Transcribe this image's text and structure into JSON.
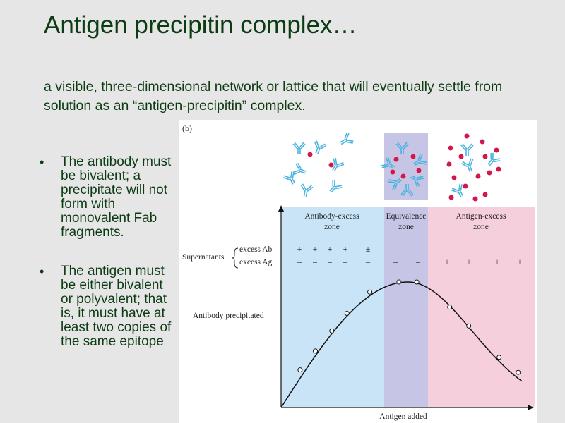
{
  "slide": {
    "title": "Antigen precipitin complex…",
    "subtitle": "a visible, three-dimensional network or lattice that will eventually settle from solution as an “antigen-precipitin” complex.",
    "bullets": [
      "The antibody must be bivalent; a precipitate will not form with monovalent Fab fragments.",
      "The antigen must be either bivalent or polyvalent; that is, it must have at least two copies of the same epitope"
    ]
  },
  "figure": {
    "panel_label": "(b)",
    "zones": [
      {
        "line1": "Antibody-excess",
        "line2": "zone",
        "color": "#c8e4f6"
      },
      {
        "line1": "Equivalence",
        "line2": "zone",
        "color": "#c6c5e6"
      },
      {
        "line1": "Antigen-excess",
        "line2": "zone",
        "color": "#f6cfdd"
      }
    ],
    "supernatants_label": "Supernatants",
    "excess_ab_label": "excess Ab",
    "excess_ag_label": "excess Ag",
    "excess_ab_signs": [
      "+",
      "+",
      "+",
      "+",
      "±",
      "–",
      "–",
      "–",
      "–",
      "–",
      "–"
    ],
    "excess_ag_signs": [
      "–",
      "–",
      "–",
      "–",
      "–",
      "–",
      "–",
      "+",
      "+",
      "+",
      "+"
    ],
    "y_label": "Antibody precipitated",
    "x_label": "Antigen added",
    "colors": {
      "antibody": "#4ab3e0",
      "antigen": "#d2174a",
      "curve": "#111111"
    }
  },
  "chart_data": {
    "type": "line",
    "title": "",
    "xlabel": "Antigen added",
    "ylabel": "Antibody precipitated",
    "x": [
      0.15,
      0.27,
      0.4,
      0.52,
      0.7,
      0.93,
      1.07,
      1.33,
      1.48,
      1.72,
      1.87
    ],
    "series": [
      {
        "values": [
          0.3,
          0.45,
          0.61,
          0.75,
          0.92,
          1.0,
          1.0,
          0.8,
          0.65,
          0.4,
          0.28
        ]
      }
    ],
    "zone_boundaries_x": [
      0.86,
      1.14
    ]
  }
}
